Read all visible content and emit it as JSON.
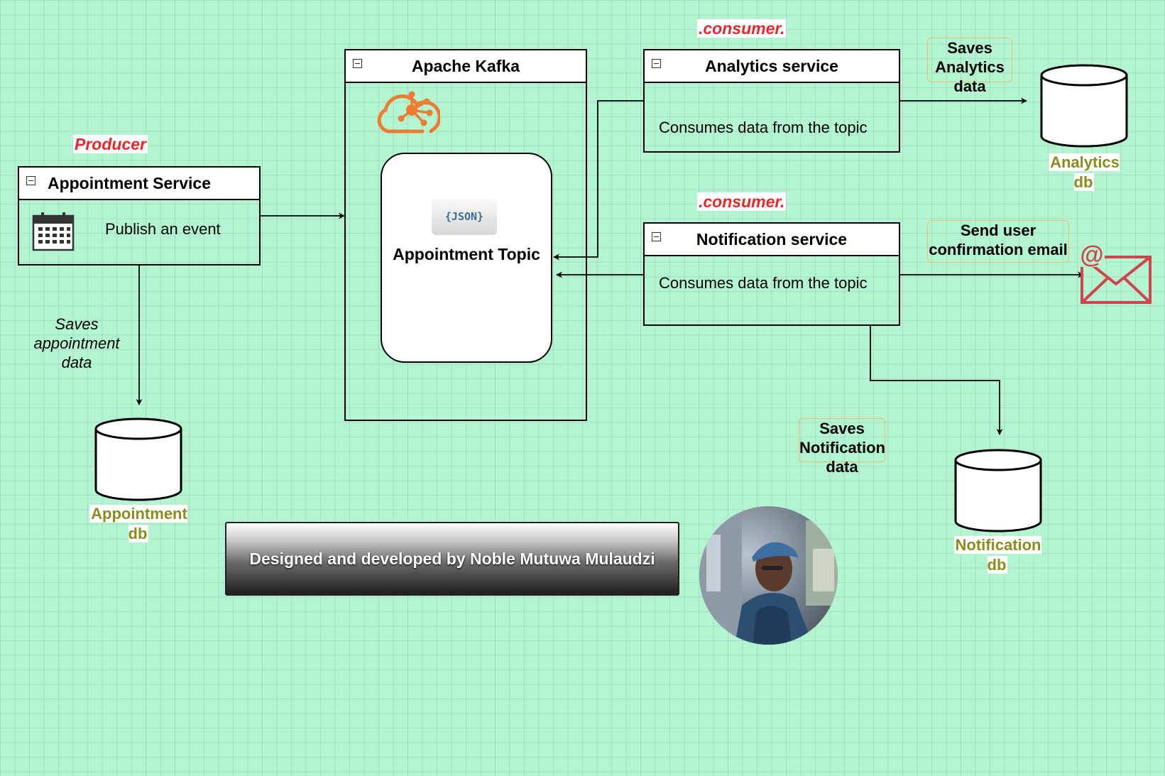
{
  "producer_tag": "Producer",
  "consumer_tag": ".consumer.",
  "appointment_service": {
    "title": "Appointment Service",
    "body": "Publish an event",
    "icon": "calendar-icon"
  },
  "kafka": {
    "title": "Apache Kafka",
    "icon": "kafka-cloud-icon",
    "topic": {
      "title": "Appointment Topic",
      "badge": "{JSON}"
    }
  },
  "analytics_service": {
    "title": "Analytics service",
    "body": "Consumes data from the topic"
  },
  "notification_service": {
    "title": "Notification service",
    "body": "Consumes data from the topic"
  },
  "edge_labels": {
    "saves_appointment": "Saves appointment data",
    "saves_analytics": "Saves Analytics data",
    "send_email": "Send user confirmation email",
    "saves_notification": "Saves Notification data"
  },
  "databases": {
    "appointment": "Appointment db",
    "analytics": "Analytics db",
    "notification": "Notification db"
  },
  "email_icon": "email-at-icon",
  "banner": "Designed and developed by Noble Mutuwa Mulaudzi",
  "avatar_icon": "author-photo",
  "colors": {
    "background": "#b3f5d1",
    "tag_red": "#e8272a",
    "db_label": "#8c8c1e",
    "kafka_orange": "#ee7b30",
    "email_red": "#d0454b"
  }
}
